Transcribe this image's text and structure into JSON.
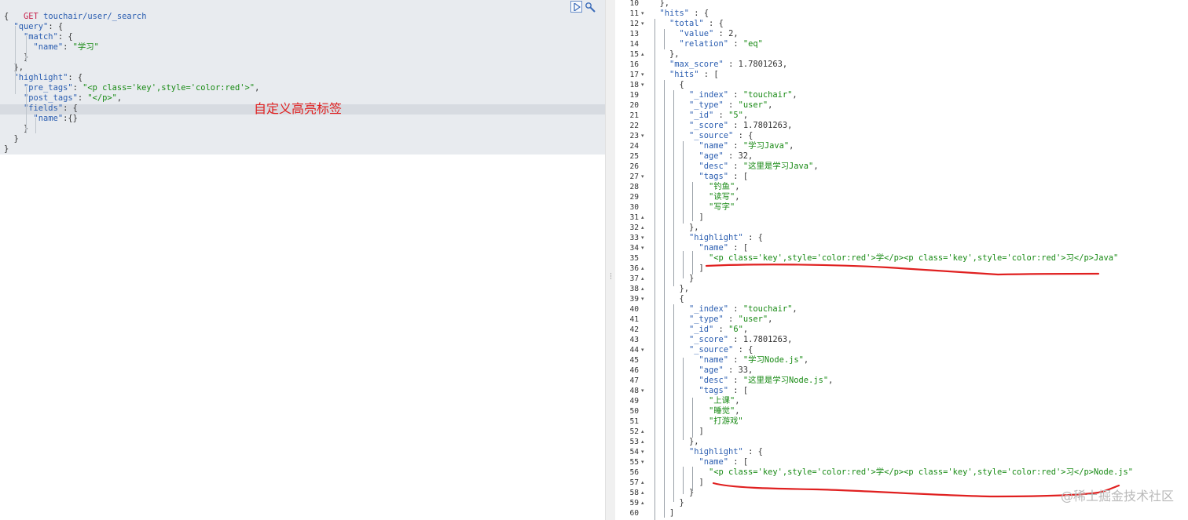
{
  "request": {
    "method": "GET",
    "path": "touchair/user/_search",
    "lines": [
      [
        "{"
      ],
      [
        "  ",
        "\"query\"",
        ": {"
      ],
      [
        "    ",
        "\"match\"",
        ": {"
      ],
      [
        "      ",
        "\"name\"",
        ": ",
        "\"学习\""
      ],
      [
        "    }"
      ],
      [
        "  },"
      ],
      [
        "  ",
        "\"highlight\"",
        ": {"
      ],
      [
        "    ",
        "\"pre_tags\"",
        ": ",
        "\"<p class='key',style='color:red'>\"",
        ","
      ],
      [
        "    ",
        "\"post_tags\"",
        ": ",
        "\"</p>\"",
        ","
      ],
      [
        "    ",
        "\"fields\"",
        ": {"
      ],
      [
        "      ",
        "\"name\"",
        ":{}"
      ],
      [
        "    }"
      ],
      [
        "  }"
      ],
      [
        "}"
      ]
    ]
  },
  "annotation": {
    "text": "自定义高亮标签",
    "color": "#e02020"
  },
  "toolbar": {
    "run_icon": "play-icon",
    "settings_icon": "wrench-icon"
  },
  "response": {
    "first_line_number": 10,
    "lines": [
      {
        "indent": 2,
        "parts": [
          [
            "n",
            "},"
          ]
        ]
      },
      {
        "indent": 2,
        "fold": true,
        "parts": [
          [
            "k",
            "\"hits\""
          ],
          [
            "n",
            " : {"
          ]
        ]
      },
      {
        "indent": 4,
        "fold": true,
        "parts": [
          [
            "k",
            "\"total\""
          ],
          [
            "n",
            " : {"
          ]
        ]
      },
      {
        "indent": 6,
        "parts": [
          [
            "k",
            "\"value\""
          ],
          [
            "n",
            " : 2,"
          ]
        ]
      },
      {
        "indent": 6,
        "parts": [
          [
            "k",
            "\"relation\""
          ],
          [
            "n",
            " : "
          ],
          [
            "s",
            "\"eq\""
          ]
        ]
      },
      {
        "indent": 4,
        "fold": true,
        "parts": [
          [
            "n",
            "},"
          ]
        ]
      },
      {
        "indent": 4,
        "parts": [
          [
            "k",
            "\"max_score\""
          ],
          [
            "n",
            " : 1.7801263,"
          ]
        ]
      },
      {
        "indent": 4,
        "fold": true,
        "parts": [
          [
            "k",
            "\"hits\""
          ],
          [
            "n",
            " : ["
          ]
        ]
      },
      {
        "indent": 6,
        "fold": true,
        "parts": [
          [
            "n",
            "{"
          ]
        ]
      },
      {
        "indent": 8,
        "parts": [
          [
            "k",
            "\"_index\""
          ],
          [
            "n",
            " : "
          ],
          [
            "s",
            "\"touchair\""
          ],
          [
            "n",
            ","
          ]
        ]
      },
      {
        "indent": 8,
        "parts": [
          [
            "k",
            "\"_type\""
          ],
          [
            "n",
            " : "
          ],
          [
            "s",
            "\"user\""
          ],
          [
            "n",
            ","
          ]
        ]
      },
      {
        "indent": 8,
        "parts": [
          [
            "k",
            "\"_id\""
          ],
          [
            "n",
            " : "
          ],
          [
            "s",
            "\"5\""
          ],
          [
            "n",
            ","
          ]
        ]
      },
      {
        "indent": 8,
        "parts": [
          [
            "k",
            "\"_score\""
          ],
          [
            "n",
            " : 1.7801263,"
          ]
        ]
      },
      {
        "indent": 8,
        "fold": true,
        "parts": [
          [
            "k",
            "\"_source\""
          ],
          [
            "n",
            " : {"
          ]
        ]
      },
      {
        "indent": 10,
        "parts": [
          [
            "k",
            "\"name\""
          ],
          [
            "n",
            " : "
          ],
          [
            "s",
            "\"学习Java\""
          ],
          [
            "n",
            ","
          ]
        ]
      },
      {
        "indent": 10,
        "parts": [
          [
            "k",
            "\"age\""
          ],
          [
            "n",
            " : 32,"
          ]
        ]
      },
      {
        "indent": 10,
        "parts": [
          [
            "k",
            "\"desc\""
          ],
          [
            "n",
            " : "
          ],
          [
            "s",
            "\"这里是学习Java\""
          ],
          [
            "n",
            ","
          ]
        ]
      },
      {
        "indent": 10,
        "fold": true,
        "parts": [
          [
            "k",
            "\"tags\""
          ],
          [
            "n",
            " : ["
          ]
        ]
      },
      {
        "indent": 12,
        "parts": [
          [
            "s",
            "\"钓鱼\""
          ],
          [
            "n",
            ","
          ]
        ]
      },
      {
        "indent": 12,
        "parts": [
          [
            "s",
            "\"读写\""
          ],
          [
            "n",
            ","
          ]
        ]
      },
      {
        "indent": 12,
        "parts": [
          [
            "s",
            "\"写字\""
          ]
        ]
      },
      {
        "indent": 10,
        "fold": true,
        "parts": [
          [
            "n",
            "]"
          ]
        ]
      },
      {
        "indent": 8,
        "fold": true,
        "parts": [
          [
            "n",
            "},"
          ]
        ]
      },
      {
        "indent": 8,
        "fold": true,
        "parts": [
          [
            "k",
            "\"highlight\""
          ],
          [
            "n",
            " : {"
          ]
        ]
      },
      {
        "indent": 10,
        "fold": true,
        "parts": [
          [
            "k",
            "\"name\""
          ],
          [
            "n",
            " : ["
          ]
        ]
      },
      {
        "indent": 12,
        "parts": [
          [
            "s",
            "\"<p class='key',style='color:red'>学</p><p class='key',style='color:red'>习</p>Java\""
          ]
        ]
      },
      {
        "indent": 10,
        "fold": true,
        "parts": [
          [
            "n",
            "]"
          ]
        ]
      },
      {
        "indent": 8,
        "fold": true,
        "parts": [
          [
            "n",
            "}"
          ]
        ]
      },
      {
        "indent": 6,
        "fold": true,
        "parts": [
          [
            "n",
            "},"
          ]
        ]
      },
      {
        "indent": 6,
        "fold": true,
        "parts": [
          [
            "n",
            "{"
          ]
        ]
      },
      {
        "indent": 8,
        "parts": [
          [
            "k",
            "\"_index\""
          ],
          [
            "n",
            " : "
          ],
          [
            "s",
            "\"touchair\""
          ],
          [
            "n",
            ","
          ]
        ]
      },
      {
        "indent": 8,
        "parts": [
          [
            "k",
            "\"_type\""
          ],
          [
            "n",
            " : "
          ],
          [
            "s",
            "\"user\""
          ],
          [
            "n",
            ","
          ]
        ]
      },
      {
        "indent": 8,
        "parts": [
          [
            "k",
            "\"_id\""
          ],
          [
            "n",
            " : "
          ],
          [
            "s",
            "\"6\""
          ],
          [
            "n",
            ","
          ]
        ]
      },
      {
        "indent": 8,
        "parts": [
          [
            "k",
            "\"_score\""
          ],
          [
            "n",
            " : 1.7801263,"
          ]
        ]
      },
      {
        "indent": 8,
        "fold": true,
        "parts": [
          [
            "k",
            "\"_source\""
          ],
          [
            "n",
            " : {"
          ]
        ]
      },
      {
        "indent": 10,
        "parts": [
          [
            "k",
            "\"name\""
          ],
          [
            "n",
            " : "
          ],
          [
            "s",
            "\"学习Node.js\""
          ],
          [
            "n",
            ","
          ]
        ]
      },
      {
        "indent": 10,
        "parts": [
          [
            "k",
            "\"age\""
          ],
          [
            "n",
            " : 33,"
          ]
        ]
      },
      {
        "indent": 10,
        "parts": [
          [
            "k",
            "\"desc\""
          ],
          [
            "n",
            " : "
          ],
          [
            "s",
            "\"这里是学习Node.js\""
          ],
          [
            "n",
            ","
          ]
        ]
      },
      {
        "indent": 10,
        "fold": true,
        "parts": [
          [
            "k",
            "\"tags\""
          ],
          [
            "n",
            " : ["
          ]
        ]
      },
      {
        "indent": 12,
        "parts": [
          [
            "s",
            "\"上课\""
          ],
          [
            "n",
            ","
          ]
        ]
      },
      {
        "indent": 12,
        "parts": [
          [
            "s",
            "\"睡觉\""
          ],
          [
            "n",
            ","
          ]
        ]
      },
      {
        "indent": 12,
        "parts": [
          [
            "s",
            "\"打游戏\""
          ]
        ]
      },
      {
        "indent": 10,
        "fold": true,
        "parts": [
          [
            "n",
            "]"
          ]
        ]
      },
      {
        "indent": 8,
        "fold": true,
        "parts": [
          [
            "n",
            "},"
          ]
        ]
      },
      {
        "indent": 8,
        "fold": true,
        "parts": [
          [
            "k",
            "\"highlight\""
          ],
          [
            "n",
            " : {"
          ]
        ]
      },
      {
        "indent": 10,
        "fold": true,
        "parts": [
          [
            "k",
            "\"name\""
          ],
          [
            "n",
            " : ["
          ]
        ]
      },
      {
        "indent": 12,
        "parts": [
          [
            "s",
            "\"<p class='key',style='color:red'>学</p><p class='key',style='color:red'>习</p>Node.js\""
          ]
        ]
      },
      {
        "indent": 10,
        "fold": true,
        "parts": [
          [
            "n",
            "]"
          ]
        ]
      },
      {
        "indent": 8,
        "fold": true,
        "parts": [
          [
            "n",
            "}"
          ]
        ]
      },
      {
        "indent": 6,
        "fold": true,
        "parts": [
          [
            "n",
            "}"
          ]
        ]
      },
      {
        "indent": 4,
        "parts": [
          [
            "n",
            "]"
          ]
        ]
      }
    ]
  },
  "watermark": "@稀土掘金技术社区",
  "colors": {
    "key": "#2a5db0",
    "string": "#188a14",
    "method": "#c7254e",
    "ink": "#e02020"
  }
}
